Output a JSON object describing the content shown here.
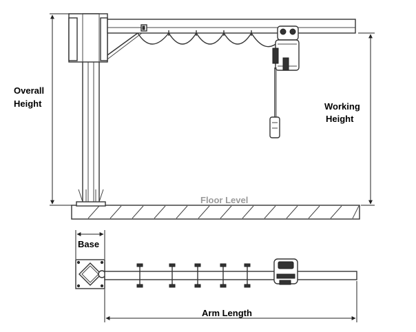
{
  "labels": {
    "overall_height": [
      "Overall",
      "Height"
    ],
    "working_height": [
      "Working",
      "Height"
    ],
    "floor_level": "Floor Level",
    "base": "Base",
    "arm_length": "Arm Length"
  },
  "colors": {
    "line": "#333333",
    "floor_label": "#9a9a9a",
    "background": "#ffffff"
  }
}
